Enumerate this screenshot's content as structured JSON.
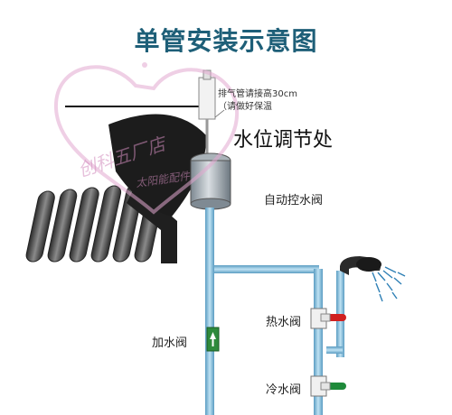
{
  "title": "单管安装示意图",
  "labels": {
    "vent_note_line1": "排气管请接高30cm",
    "vent_note_line2": "（请做好保温",
    "water_level_adjust": "水位调节处",
    "auto_control_valve": "自动控水阀",
    "fill_valve": "加水阀",
    "hot_valve": "热水阀",
    "cold_valve": "冷水阀"
  },
  "watermark": {
    "line1": "创科五厂店",
    "line2": "太阳能配件"
  },
  "colors": {
    "title": "#1e5f78",
    "pipe": "#6fb0d4",
    "hot_handle": "#d02020",
    "cold_handle": "#1e8a3a",
    "fill_valve": "#2e8a3c",
    "collector": "#3a3a3a"
  }
}
